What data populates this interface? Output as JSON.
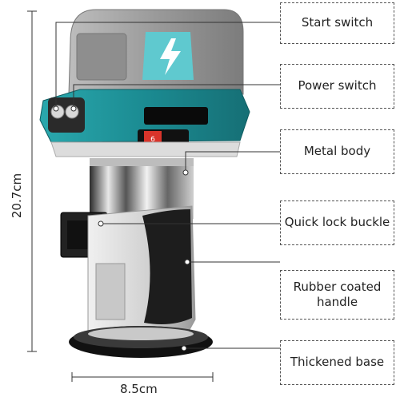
{
  "callouts": [
    {
      "id": "start-switch",
      "label": "Start switch"
    },
    {
      "id": "power-switch",
      "label": "Power switch"
    },
    {
      "id": "metal-body",
      "label": "Metal body"
    },
    {
      "id": "quick-lock-buckle",
      "label": "Quick lock buckle"
    },
    {
      "id": "rubber-coated-handle",
      "label": "Rubber coated handle"
    },
    {
      "id": "thickened-base",
      "label": "Thickened base"
    }
  ],
  "dimensions": {
    "height": "20.7cm",
    "width": "8.5cm"
  },
  "device": {
    "dial_label": "6"
  },
  "colors": {
    "body_teal": "#1f8f96",
    "battery_gray": "#8a8a8a",
    "handle_black": "#1d1d1d",
    "switch_red": "#d9342b"
  }
}
